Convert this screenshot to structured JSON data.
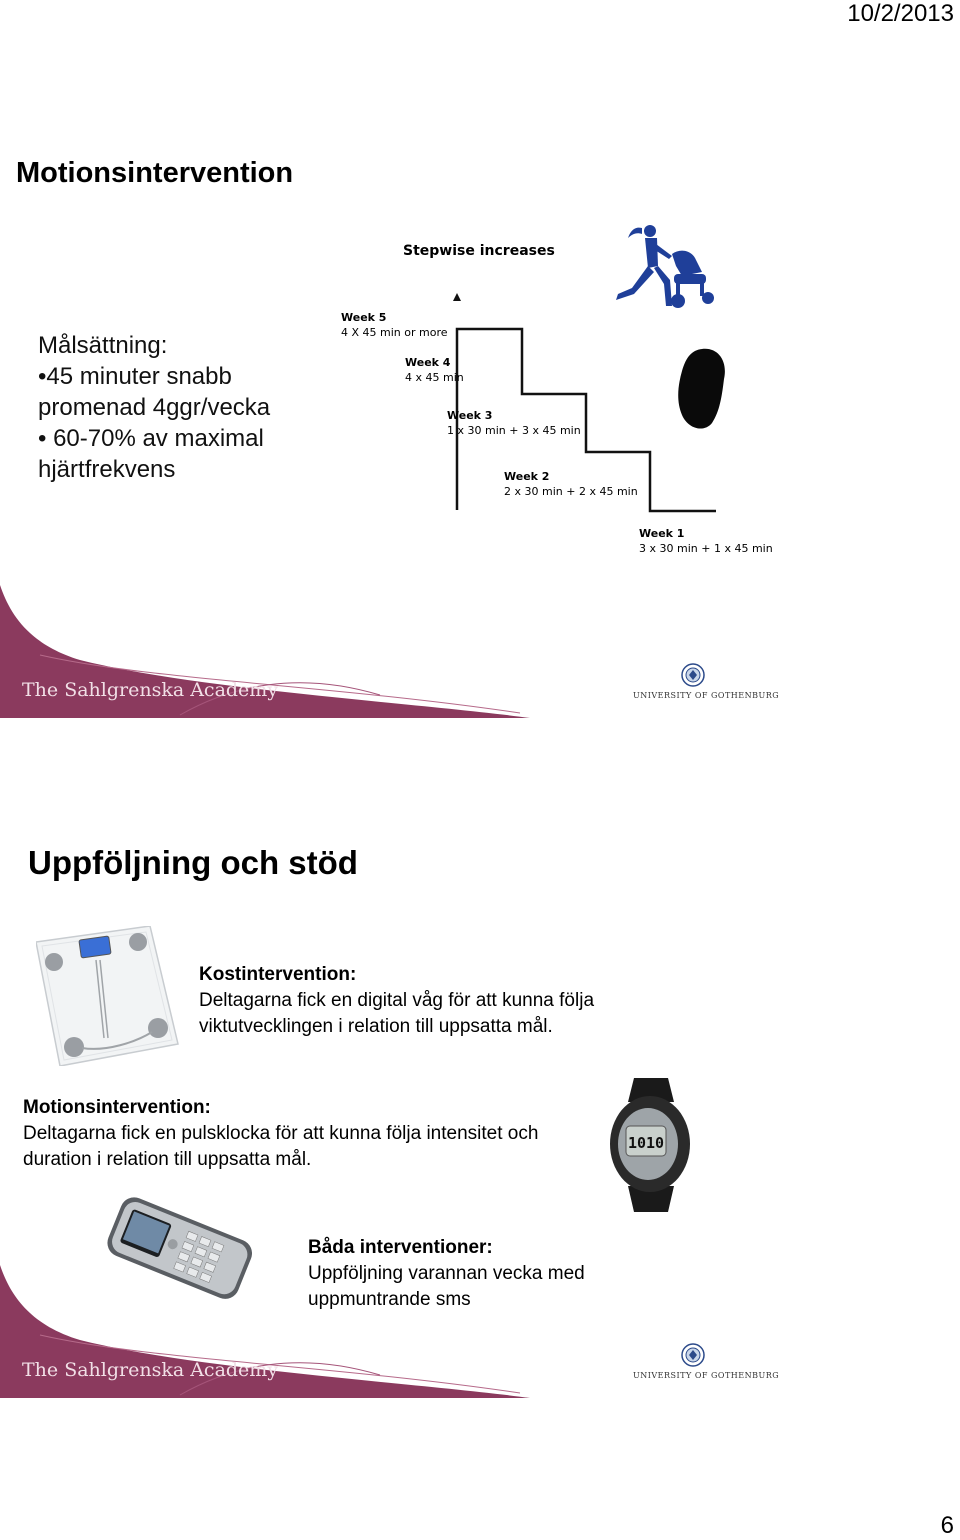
{
  "header": {
    "date": "10/2/2013"
  },
  "slide1": {
    "title": "Motionsintervention",
    "goal_lines": [
      "Målsättning:",
      "•45 minuter snabb",
      "promenad 4ggr/vecka",
      "• 60-70% av maximal",
      "hjärtfrekvens"
    ],
    "stair_title": "Stepwise increases",
    "weeks": [
      {
        "label": "Week  5",
        "detail": "4 X 45 min or  more"
      },
      {
        "label": "Week  4",
        "detail": "4 x 45 min"
      },
      {
        "label": "Week  3",
        "detail": "1 x 30 min + 3 x 45 min"
      },
      {
        "label": "Week  2",
        "detail": "2 x 30 min +  2 x 45 min"
      },
      {
        "label": "Week  1",
        "detail": "3 x 30 min + 1 x 45 min"
      }
    ]
  },
  "slide2": {
    "title": "Uppföljning och stöd",
    "kost": {
      "heading": "Kostintervention:",
      "lines": [
        "Deltagarna fick en digital våg för att kunna följa",
        "viktutvecklingen i relation till uppsatta mål."
      ]
    },
    "motion": {
      "heading": "Motionsintervention:",
      "lines": [
        "Deltagarna fick en pulsklocka för att kunna följa intensitet och",
        "duration i relation till uppsatta mål."
      ]
    },
    "bada": {
      "heading": "Båda interventioner:",
      "lines": [
        "Uppföljning varannan vecka med",
        "uppmuntrande sms"
      ]
    },
    "watch_display": "1010"
  },
  "footer": {
    "academy": "The Sahlgrenska Academy",
    "university": "UNIVERSITY OF GOTHENBURG"
  },
  "page_number": "6",
  "colors": {
    "brand": "#8b3a5e",
    "figure_blue": "#1f3f99"
  }
}
